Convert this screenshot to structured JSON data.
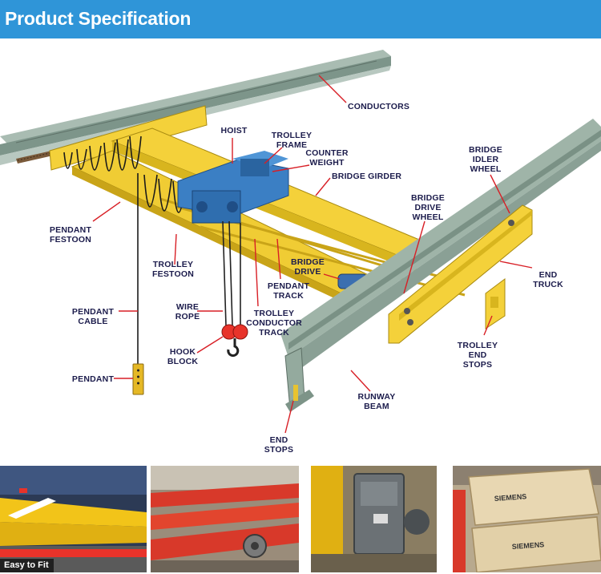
{
  "header": {
    "title": "Product Specification",
    "color": "#2f95d8"
  },
  "diagram": {
    "labels": {
      "conductors": "CONDUCTORS",
      "hoist": "HOIST",
      "trolley_frame_1": "TROLLEY",
      "trolley_frame_2": "FRAME",
      "counter_weight_1": "COUNTER",
      "counter_weight_2": "WEIGHT",
      "bridge_girder": "BRIDGE GIRDER",
      "bridge_idler_wheel_1": "BRIDGE",
      "bridge_idler_wheel_2": "IDLER",
      "bridge_idler_wheel_3": "WHEEL",
      "bridge_drive_wheel_1": "BRIDGE",
      "bridge_drive_wheel_2": "DRIVE",
      "bridge_drive_wheel_3": "WHEEL",
      "pendant_festoon_1": "PENDANT",
      "pendant_festoon_2": "FESTOON",
      "trolley_festoon_1": "TROLLEY",
      "trolley_festoon_2": "FESTOON",
      "bridge_drive_1": "BRIDGE",
      "bridge_drive_2": "DRIVE",
      "pendant_track_1": "PENDANT",
      "pendant_track_2": "TRACK",
      "end_truck_1": "END",
      "end_truck_2": "TRUCK",
      "pendant_cable_1": "PENDANT",
      "pendant_cable_2": "CABLE",
      "wire_rope_1": "WIRE",
      "wire_rope_2": "ROPE",
      "trolley_conductor_track_1": "TROLLEY",
      "trolley_conductor_track_2": "CONDUCTOR",
      "trolley_conductor_track_3": "TRACK",
      "hook_block_1": "HOOK",
      "hook_block_2": "BLOCK",
      "trolley_end_stops_1": "TROLLEY",
      "trolley_end_stops_2": "END",
      "trolley_end_stops_3": "STOPS",
      "pendant": "PENDANT",
      "runway_beam_1": "RUNWAY",
      "runway_beam_2": "BEAM",
      "end_stops_1": "END",
      "end_stops_2": "STOPS"
    },
    "colors": {
      "girder": "#f4d13a",
      "beam": "#8ea69a",
      "hoist": "#3b7fc4",
      "hook": "#e8332a",
      "label": "#1c1c4c",
      "arrow": "#d81f26"
    }
  },
  "photos": [
    {
      "caption": "Easy to Fit"
    },
    {
      "caption": ""
    },
    {
      "caption": ""
    },
    {
      "caption": "",
      "brand_1": "SIEMENS",
      "brand_2": "SIEMENS"
    }
  ]
}
